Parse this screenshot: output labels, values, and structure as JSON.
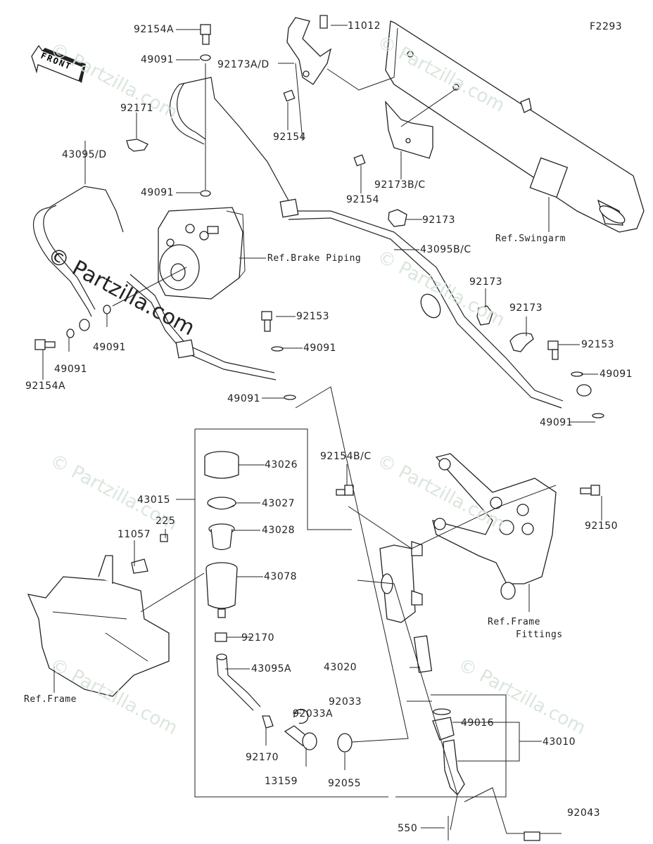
{
  "diagram": {
    "figure_code": "F2293",
    "front_arrow_label": "FRONT",
    "watermark": "© Partzilla.com",
    "labels": {
      "l92154A_top": "92154A",
      "l49091_top1": "49091",
      "l92171": "92171",
      "l43095D": "43095/D",
      "l49091_top2": "49091",
      "l11012": "11012",
      "l92173AD": "92173A/D",
      "l92154_a": "92154",
      "l92154_b": "92154",
      "l92173BC": "92173B/C",
      "l92173_a": "92173",
      "l43095BC": "43095B/C",
      "refSwingarm": "Ref.Swingarm",
      "refBrakePiping": "Ref.Brake Piping",
      "l92173_b": "92173",
      "l92173_c": "92173",
      "l92153_left": "92153",
      "l49091_mid1": "49091",
      "l49091_mid2": "49091",
      "l49091_left1": "49091",
      "l49091_left2": "49091",
      "l92154A_left": "92154A",
      "l92153_right": "92153",
      "l49091_right1": "49091",
      "l49091_right2": "49091",
      "l43026": "43026",
      "l43027": "43027",
      "l43015": "43015",
      "l43028": "43028",
      "l225": "225",
      "l11057": "11057",
      "l43078": "43078",
      "l92154BC": "92154B/C",
      "l92150": "92150",
      "refFrameFittings1": "Ref.Frame",
      "refFrameFittings2": "Fittings",
      "l92170_a": "92170",
      "l43095A": "43095A",
      "refFrame": "Ref.Frame",
      "l43020": "43020",
      "l92033": "92033",
      "l92033A": "92033A",
      "l49016": "49016",
      "l43010": "43010",
      "l92170_b": "92170",
      "l13159": "13159",
      "l92055": "92055",
      "l92043": "92043",
      "l550": "550"
    }
  }
}
